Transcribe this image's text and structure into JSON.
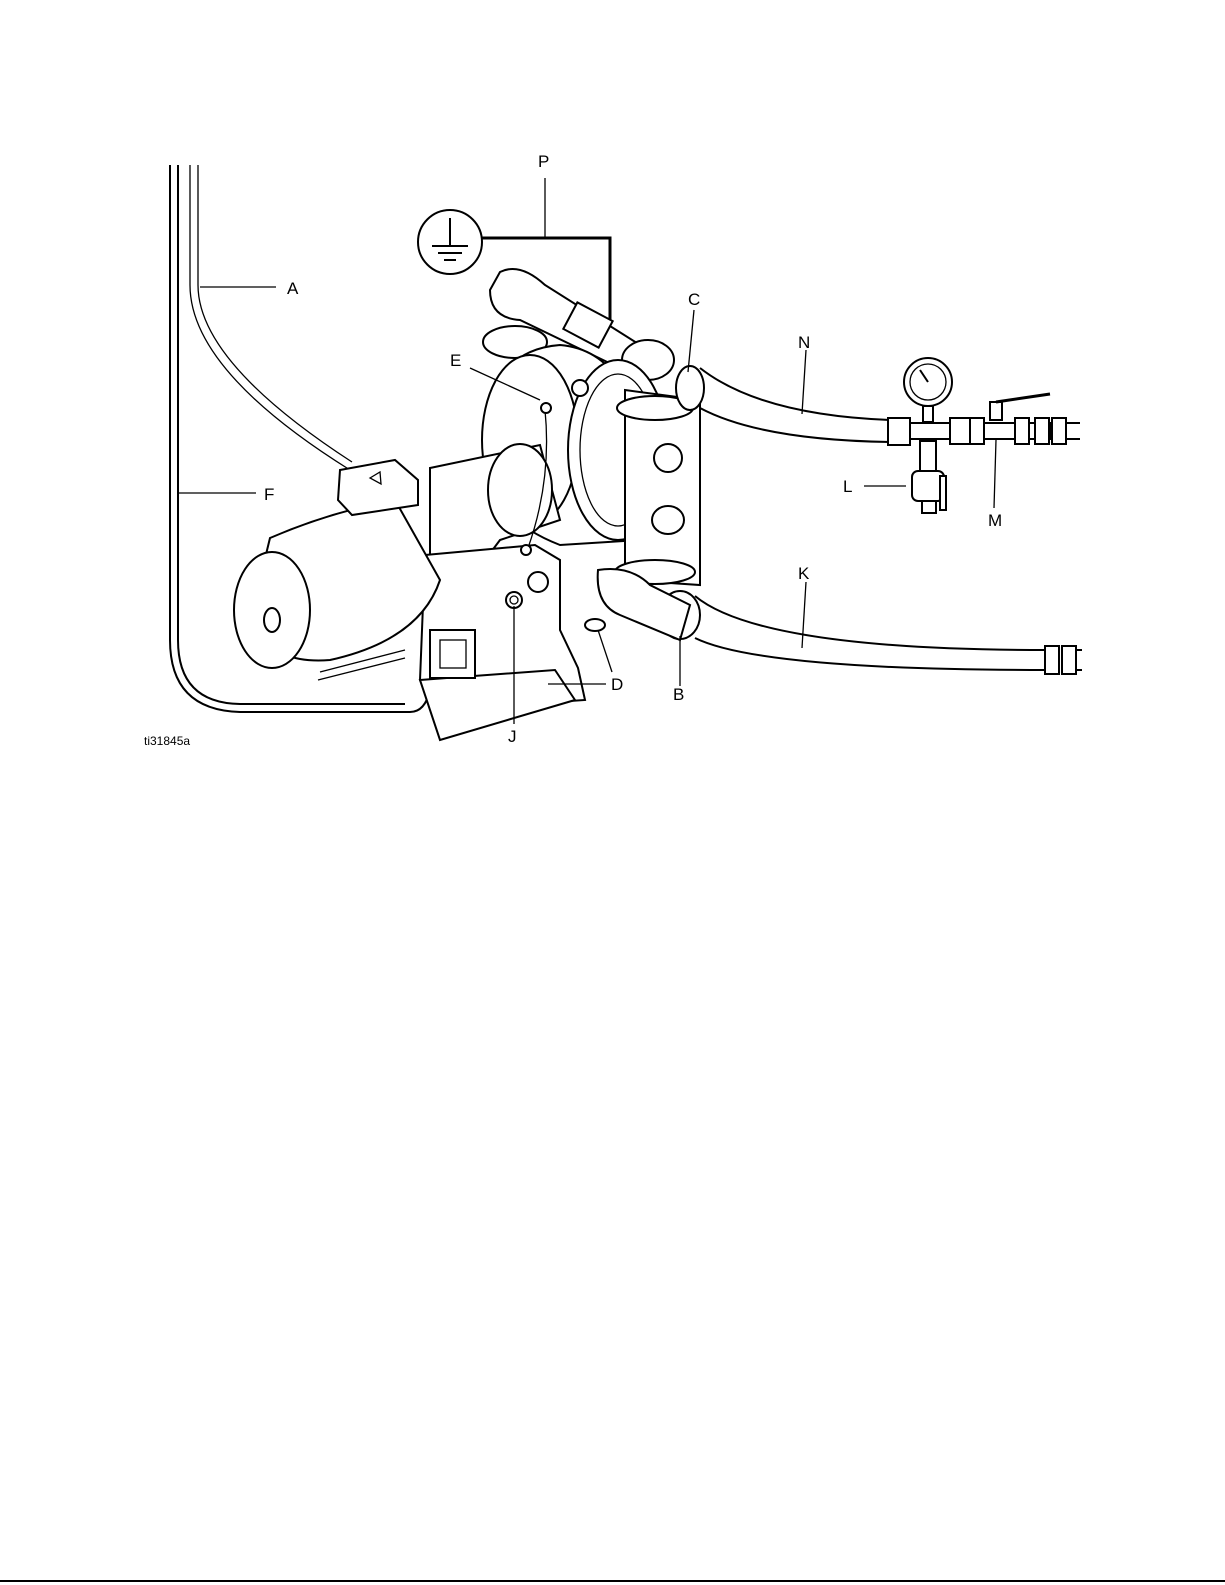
{
  "figure_id": "ti31845a",
  "callouts": {
    "A": "A",
    "B": "B",
    "C": "C",
    "D": "D",
    "E": "E",
    "F": "F",
    "J": "J",
    "K": "K",
    "L": "L",
    "M": "M",
    "N": "N",
    "P": "P"
  },
  "icons": {
    "ground": "ground-symbol-icon"
  }
}
